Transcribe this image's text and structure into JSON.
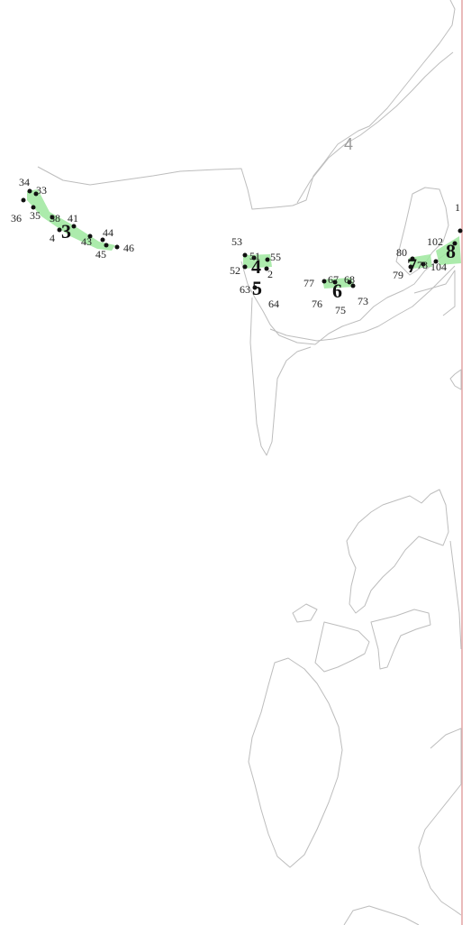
{
  "colors": {
    "background": "#ffffff",
    "coastline": "#bdbdbd",
    "cluster_fill": "#9ee89e",
    "point": "#111111",
    "frame": "#e2a3a3"
  },
  "zone_label": "4",
  "clusters": [
    {
      "label": "3",
      "points": [
        {
          "label": "34"
        },
        {
          "label": "33"
        },
        {
          "label": "36"
        },
        {
          "label": "35"
        },
        {
          "label": "38"
        },
        {
          "label": "41"
        },
        {
          "label": "4"
        },
        {
          "label": "43"
        },
        {
          "label": "44"
        },
        {
          "label": "45"
        },
        {
          "label": "46"
        }
      ]
    },
    {
      "label": "4",
      "points": [
        {
          "label": "53"
        },
        {
          "label": "51"
        },
        {
          "label": "55"
        },
        {
          "label": "52"
        },
        {
          "label": "2"
        }
      ]
    },
    {
      "label": "5",
      "points": [
        {
          "label": "63"
        },
        {
          "label": "64"
        }
      ]
    },
    {
      "label": "6",
      "points": [
        {
          "label": "77"
        },
        {
          "label": "67"
        },
        {
          "label": "68"
        },
        {
          "label": "76"
        },
        {
          "label": "75"
        },
        {
          "label": "73"
        }
      ]
    },
    {
      "label": "7",
      "points": [
        {
          "label": "80"
        },
        {
          "label": "79"
        },
        {
          "label": "78"
        }
      ]
    },
    {
      "label": "8",
      "points": [
        {
          "label": "1"
        },
        {
          "label": "102"
        },
        {
          "label": "104"
        }
      ]
    }
  ]
}
